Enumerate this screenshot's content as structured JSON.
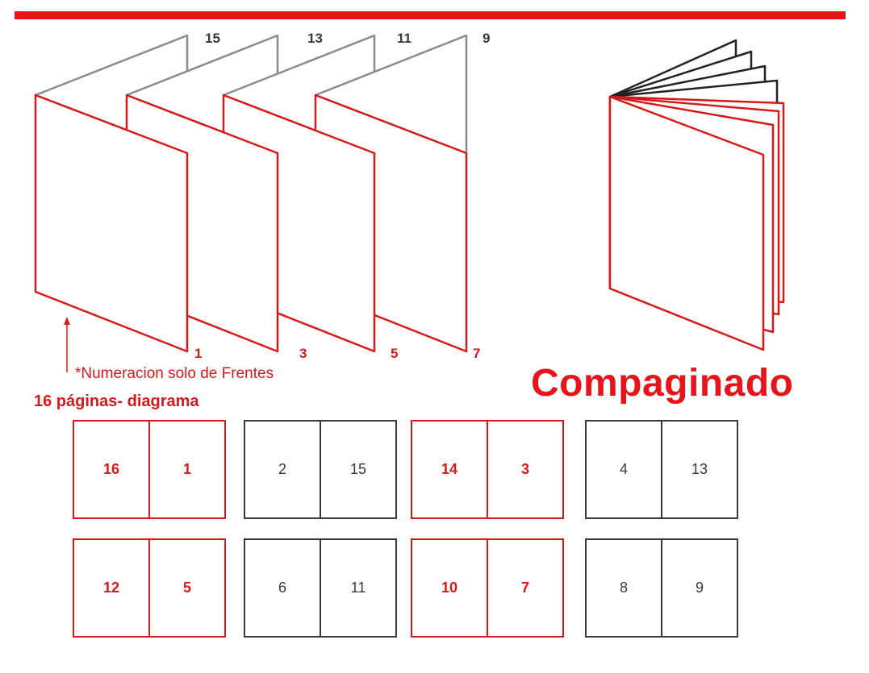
{
  "colors": {
    "accent": "#e8141c",
    "red": "#d61a1a",
    "dark": "#3a3a3a",
    "gray": "#8a8a8a"
  },
  "sheet_labels": {
    "back": [
      "15",
      "13",
      "11",
      "9"
    ],
    "front": [
      "1",
      "3",
      "5",
      "7"
    ]
  },
  "note": "*Numeracion solo de Frentes",
  "subtitle": "16 páginas- diagrama",
  "title": "Compaginado",
  "spreads": [
    {
      "left": "16",
      "right": "1",
      "style": "red"
    },
    {
      "left": "2",
      "right": "15",
      "style": "dark"
    },
    {
      "left": "14",
      "right": "3",
      "style": "red"
    },
    {
      "left": "4",
      "right": "13",
      "style": "dark"
    },
    {
      "left": "12",
      "right": "5",
      "style": "red"
    },
    {
      "left": "6",
      "right": "11",
      "style": "dark"
    },
    {
      "left": "10",
      "right": "7",
      "style": "red"
    },
    {
      "left": "8",
      "right": "9",
      "style": "dark"
    }
  ]
}
